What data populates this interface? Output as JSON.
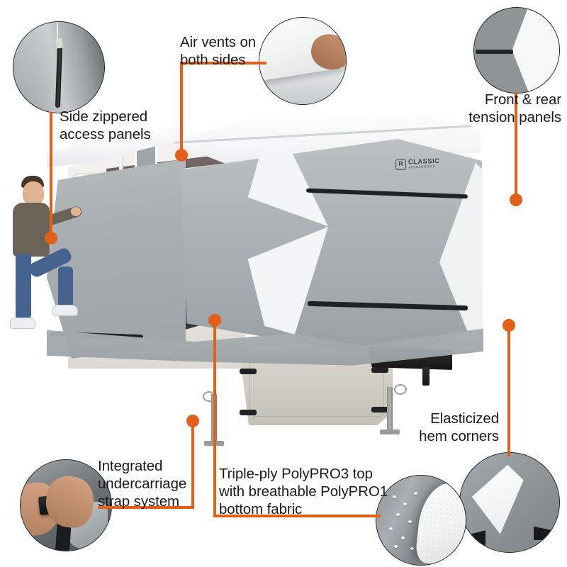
{
  "infographic": {
    "brand": {
      "name": "CLASSIC",
      "subtitle": "ACCESSORIES",
      "mark": "R"
    },
    "accent_color": "#E2601A",
    "callouts": [
      {
        "id": "side-zippered-access-panels",
        "label": "Side zippered\naccess panels",
        "icon": "zipper-icon",
        "position": "top-left"
      },
      {
        "id": "air-vents-both-sides",
        "label": "Air vents on\nboth sides",
        "icon": "air-vent-icon",
        "position": "top-center"
      },
      {
        "id": "front-rear-tension-panels",
        "label": "Front & rear\ntension panels",
        "icon": "tension-panel-icon",
        "position": "top-right"
      },
      {
        "id": "elasticized-hem-corners",
        "label": "Elasticized\nhem corners",
        "icon": "hem-corner-icon",
        "position": "bottom-right"
      },
      {
        "id": "triple-ply-fabric",
        "label": "Triple-ply PolyPRO3 top\nwith breathable PolyPRO1\nbottom fabric",
        "icon": "fabric-layers-icon",
        "position": "bottom-center"
      },
      {
        "id": "integrated-undercarriage-strap-system",
        "label": "Integrated\nundercarriage\nstrap system",
        "icon": "strap-buckle-icon",
        "position": "bottom-left"
      }
    ],
    "product": {
      "name": "fifth-wheel-rv-cover",
      "alt": "Fifth wheel RV with grey PolyPRO cover installed, man stepping into RV door"
    }
  }
}
